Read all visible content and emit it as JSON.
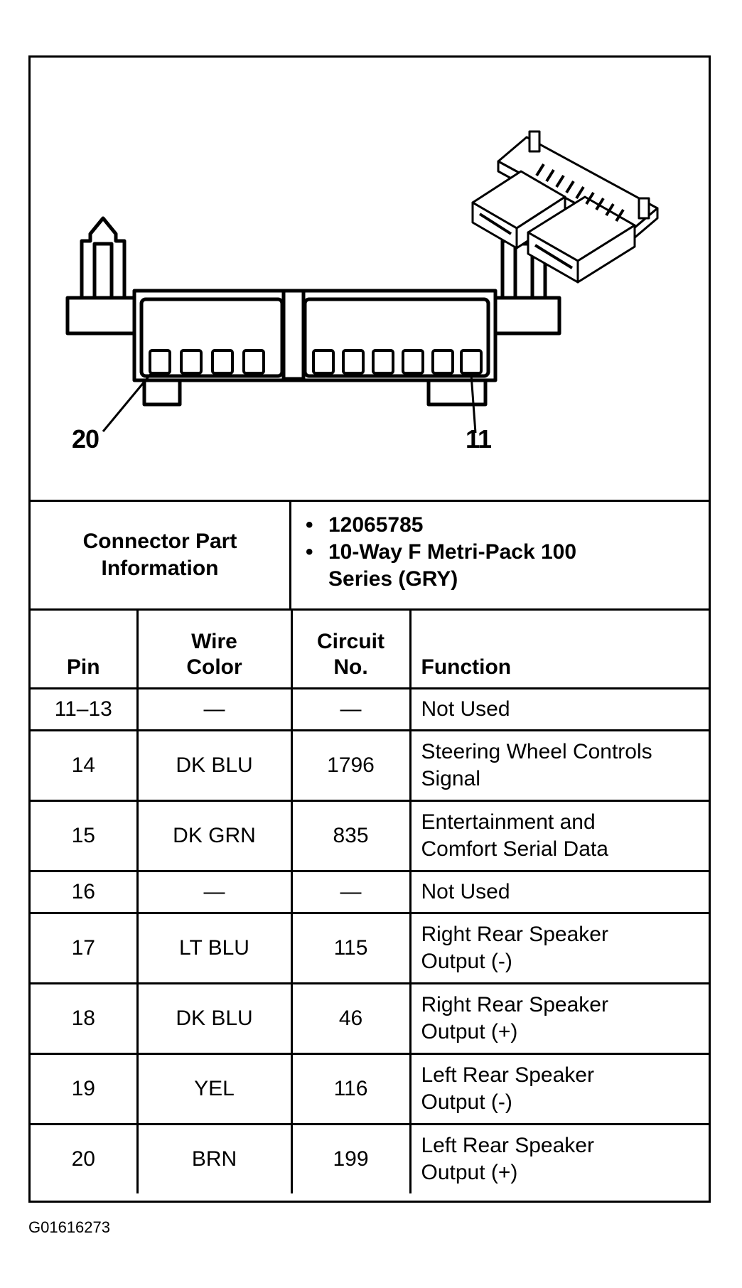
{
  "diagram": {
    "callout_left": "20",
    "callout_right": "11"
  },
  "connector_info": {
    "label": "Connector Part Information",
    "items": [
      "12065785",
      "10-Way F Metri-Pack 100 Series (GRY)"
    ]
  },
  "table": {
    "headers": {
      "pin": "Pin",
      "wire_color": "Wire Color",
      "circuit_no": "Circuit No.",
      "function": "Function"
    },
    "rows": [
      {
        "pin": "11–13",
        "wire_color": "—",
        "circuit_no": "—",
        "function": "Not Used"
      },
      {
        "pin": "14",
        "wire_color": "DK BLU",
        "circuit_no": "1796",
        "function": "Steering Wheel Controls Signal"
      },
      {
        "pin": "15",
        "wire_color": "DK GRN",
        "circuit_no": "835",
        "function": "Entertainment and Comfort Serial Data"
      },
      {
        "pin": "16",
        "wire_color": "—",
        "circuit_no": "—",
        "function": "Not Used"
      },
      {
        "pin": "17",
        "wire_color": "LT BLU",
        "circuit_no": "115",
        "function": "Right Rear Speaker Output (-)"
      },
      {
        "pin": "18",
        "wire_color": "DK BLU",
        "circuit_no": "46",
        "function": "Right Rear Speaker Output (+)"
      },
      {
        "pin": "19",
        "wire_color": "YEL",
        "circuit_no": "116",
        "function": "Left Rear Speaker Output (-)"
      },
      {
        "pin": "20",
        "wire_color": "BRN",
        "circuit_no": "199",
        "function": "Left Rear Speaker Output (+)"
      }
    ]
  },
  "figure_id": "G01616273"
}
